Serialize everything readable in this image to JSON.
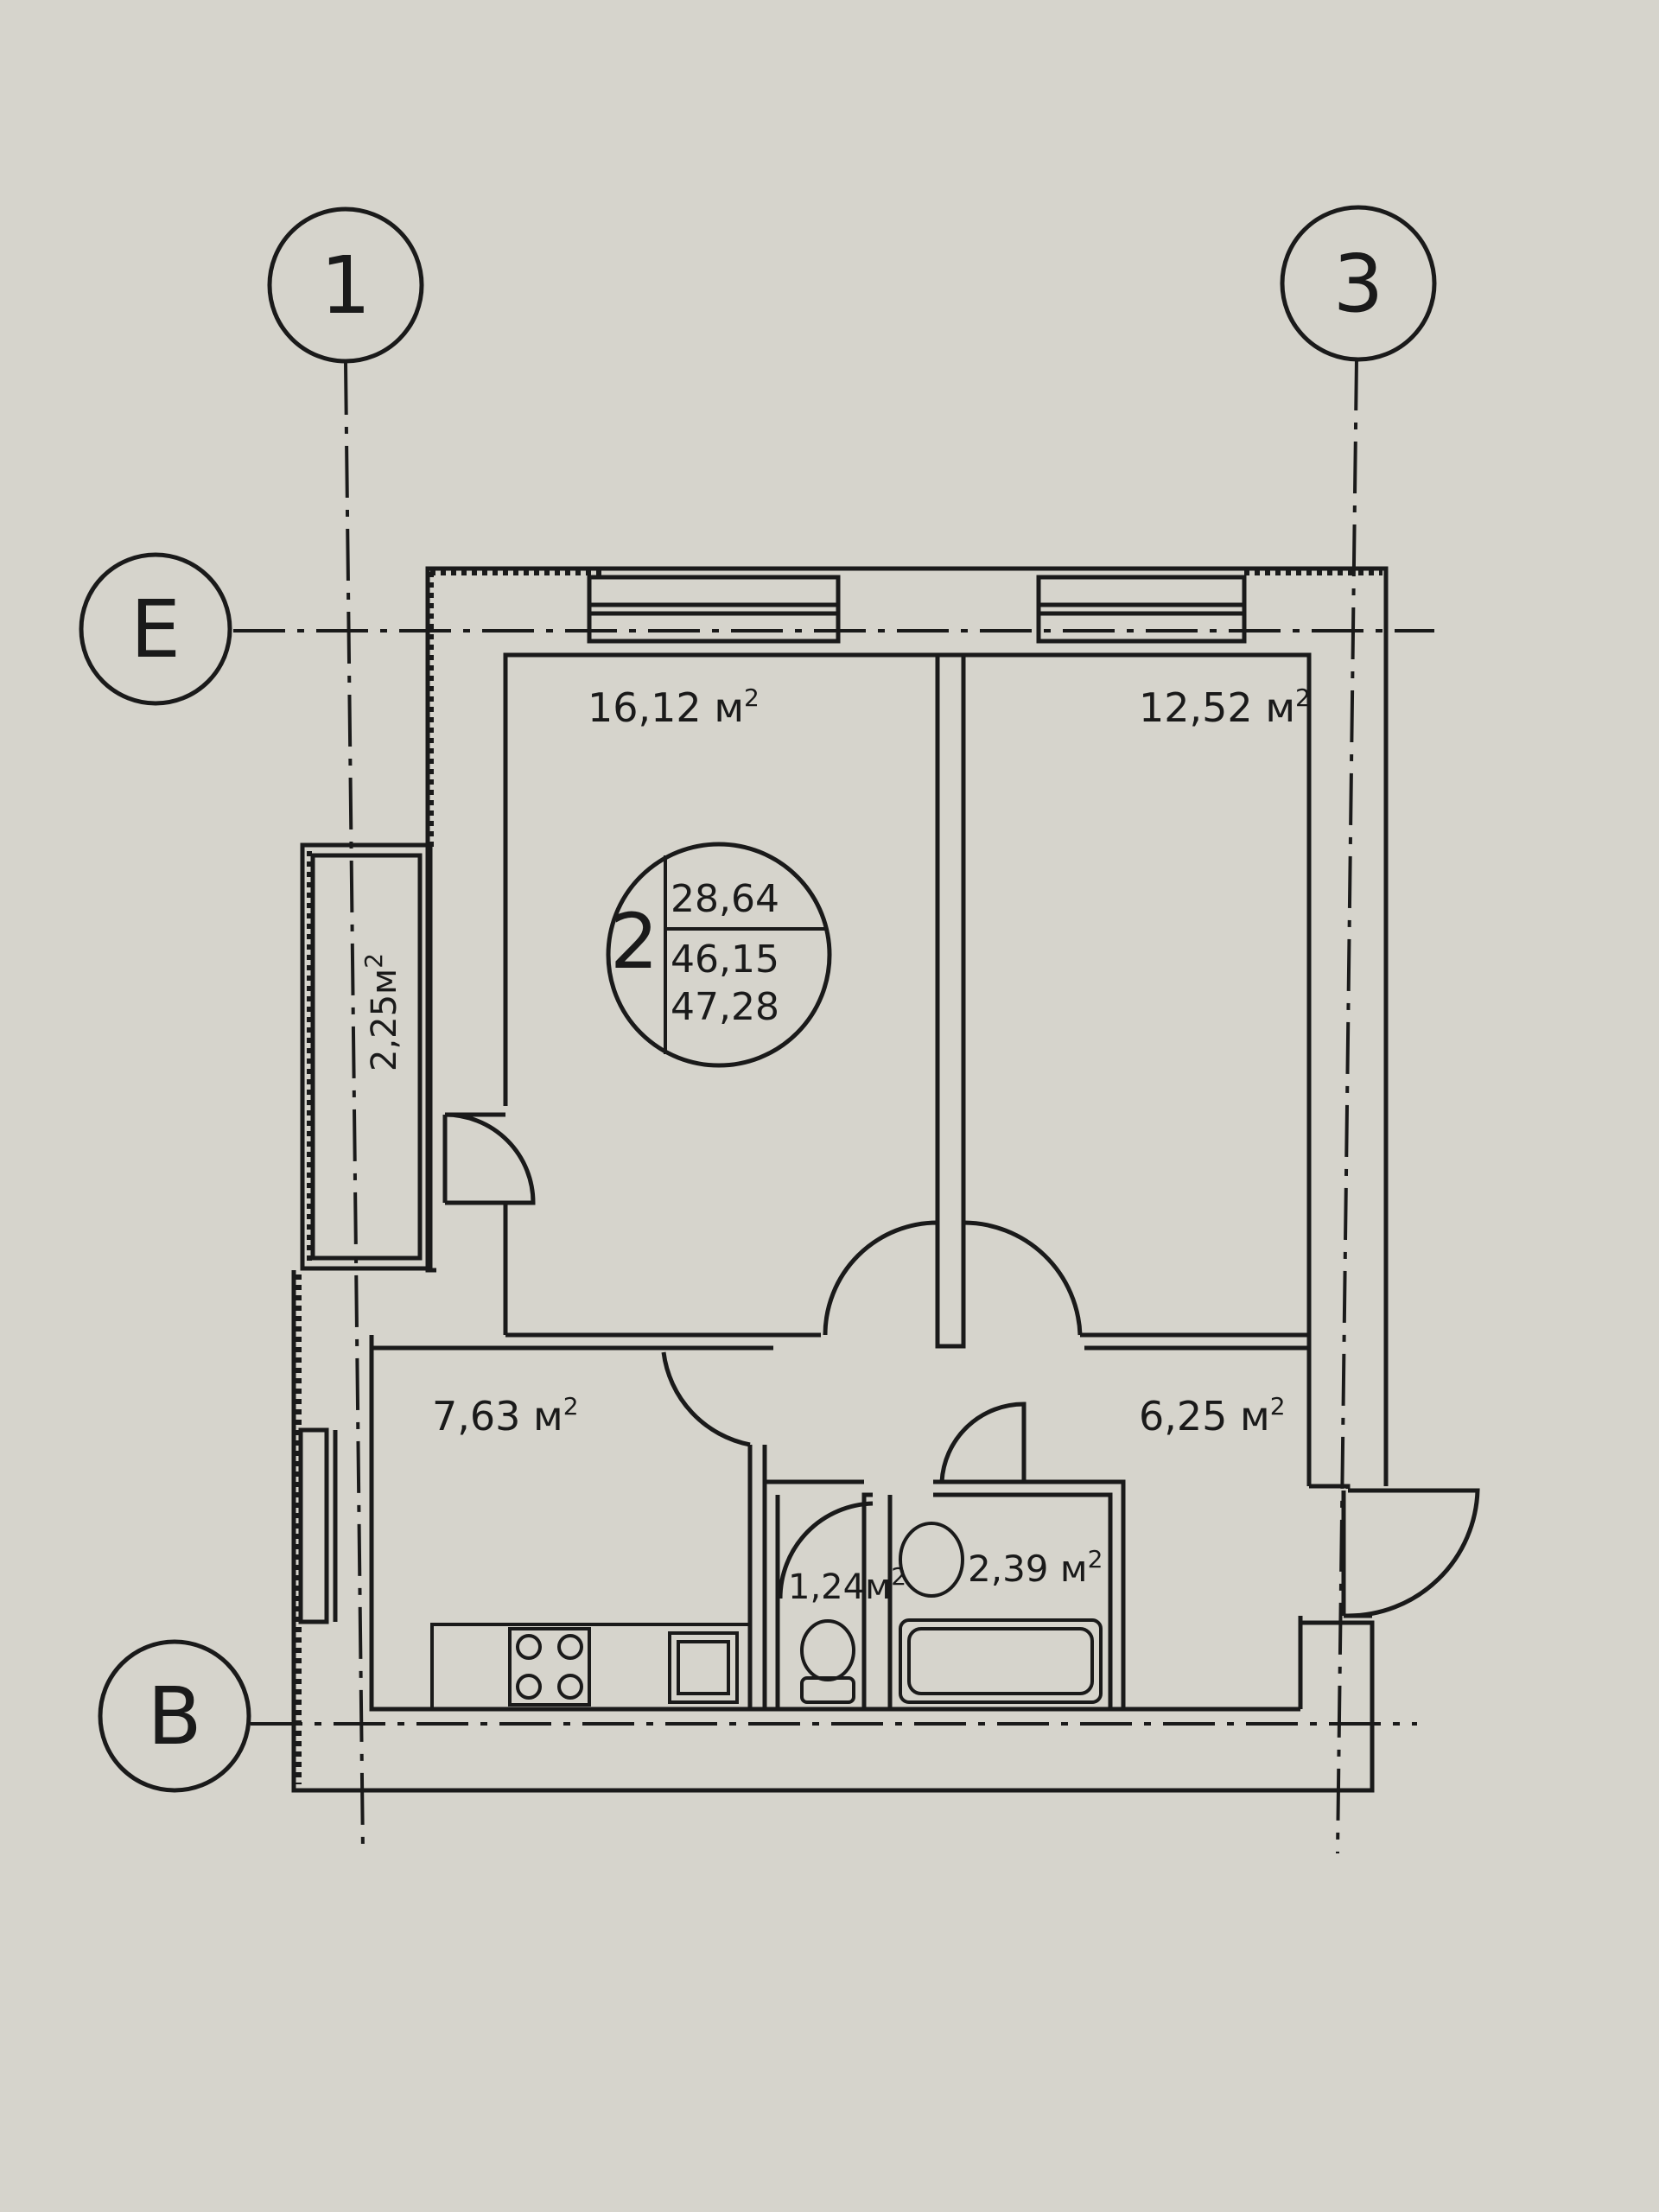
{
  "axes": {
    "vertical": [
      "1",
      "3"
    ],
    "horizontal": [
      "E",
      "B"
    ]
  },
  "rooms": [
    {
      "id": "room-1",
      "area": "16,12",
      "unit": "м",
      "sup": "2"
    },
    {
      "id": "room-2",
      "area": "12,52",
      "unit": "м",
      "sup": "2"
    },
    {
      "id": "kitchen",
      "area": "7,63",
      "unit": "м",
      "sup": "2"
    },
    {
      "id": "hall",
      "area": "6,25",
      "unit": "м",
      "sup": "2"
    },
    {
      "id": "wc",
      "area": "1,24",
      "unit": "м",
      "sup": "2"
    },
    {
      "id": "bath",
      "area": "2,39",
      "unit": "м",
      "sup": "2"
    },
    {
      "id": "balcony",
      "area": "2,25",
      "unit": "м",
      "sup": "2"
    }
  ],
  "apartment_tag": {
    "rooms_count": "2",
    "living_area": "28,64",
    "total_area": "46,15",
    "total_with_balcony": "47,28"
  },
  "colors": {
    "background": "#d6d4cc",
    "ink": "#1a1a1a"
  }
}
